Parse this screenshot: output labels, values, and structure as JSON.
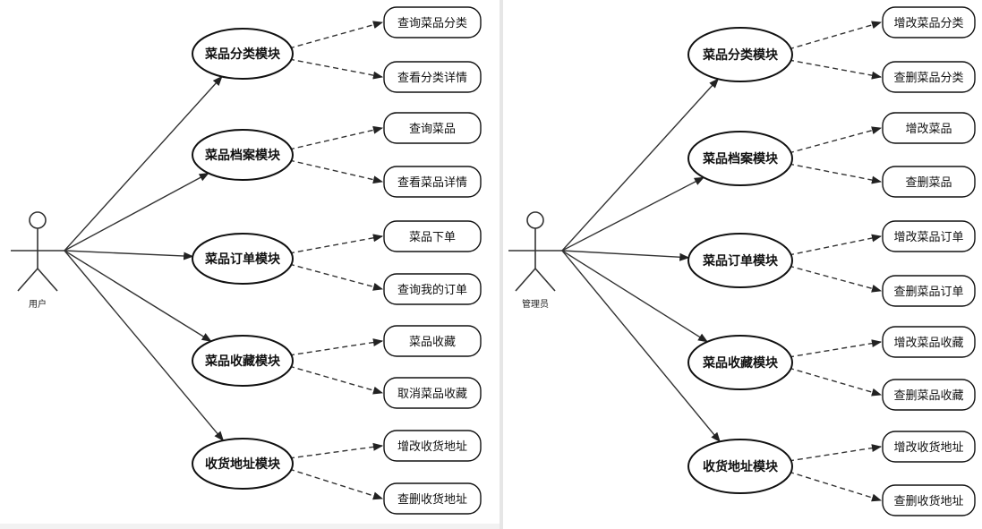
{
  "diagrams": [
    {
      "actor": "用户",
      "modules": [
        {
          "label": "菜品分类模块",
          "ops": [
            "查询菜品分类",
            "查看分类详情"
          ]
        },
        {
          "label": "菜品档案模块",
          "ops": [
            "查询菜品",
            "查看菜品详情"
          ]
        },
        {
          "label": "菜品订单模块",
          "ops": [
            "菜品下单",
            "查询我的订单"
          ]
        },
        {
          "label": "菜品收藏模块",
          "ops": [
            "菜品收藏",
            "取消菜品收藏"
          ]
        },
        {
          "label": "收货地址模块",
          "ops": [
            "增改收货地址",
            "查删收货地址"
          ]
        }
      ]
    },
    {
      "actor": "管理员",
      "modules": [
        {
          "label": "菜品分类模块",
          "ops": [
            "增改菜品分类",
            "查删菜品分类"
          ]
        },
        {
          "label": "菜品档案模块",
          "ops": [
            "增改菜品",
            "查删菜品"
          ]
        },
        {
          "label": "菜品订单模块",
          "ops": [
            "增改菜品订单",
            "查删菜品订单"
          ]
        },
        {
          "label": "菜品收藏模块",
          "ops": [
            "增改菜品收藏",
            "查删菜品收藏"
          ]
        },
        {
          "label": "收货地址模块",
          "ops": [
            "增改收货地址",
            "查删收货地址"
          ]
        }
      ]
    }
  ],
  "colors": {
    "stroke": "#333333",
    "background": "#ffffff"
  }
}
